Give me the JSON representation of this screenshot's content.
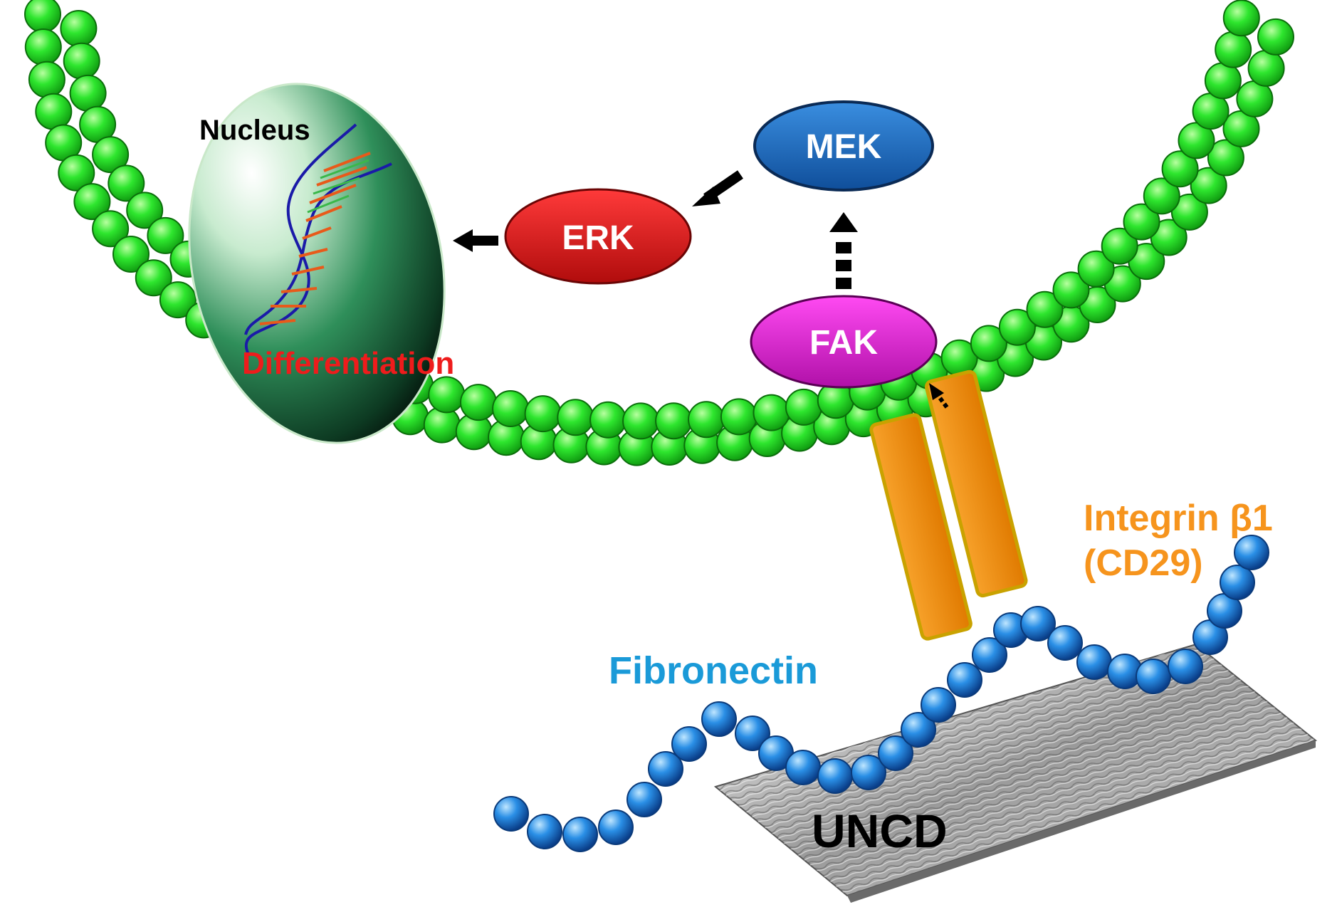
{
  "labels": {
    "nucleus": "Nucleus",
    "differentiation": "Differentiation",
    "mek": "MEK",
    "erk": "ERK",
    "fak": "FAK",
    "integrin_line1": "Integrin β1",
    "integrin_line2": "(CD29)",
    "fibronectin": "Fibronectin",
    "uncd": "UNCD"
  },
  "colors": {
    "membrane_bead": "#22e022",
    "fibronectin_bead": "#1a7fd8",
    "mek": "#1e6fc4",
    "erk": "#e01818",
    "fak": "#e020d8",
    "integrin": "#f28c0e",
    "nucleus_label": "#000000",
    "differentiation_label": "#ee1c1c",
    "integrin_label": "#f6941d",
    "fibronectin_label": "#1a9ad8",
    "uncd_label": "#000000"
  }
}
